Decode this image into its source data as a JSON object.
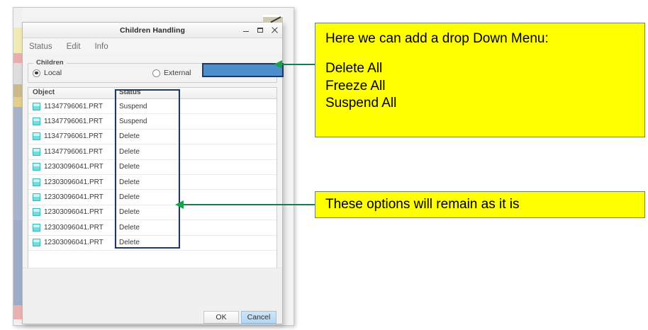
{
  "dialog": {
    "title": "Children Handling",
    "window_controls": [
      {
        "name": "minimize",
        "glyph": "minimize-icon"
      },
      {
        "name": "maximize",
        "glyph": "maximize-icon"
      },
      {
        "name": "close",
        "glyph": "close-icon"
      }
    ],
    "menu": [
      "Status",
      "Edit",
      "Info"
    ],
    "group": {
      "legend": "Children",
      "options": [
        {
          "label": "Local",
          "selected": true
        },
        {
          "label": "External",
          "selected": false
        }
      ]
    },
    "table": {
      "columns": [
        "Object",
        "Status"
      ],
      "rows": [
        {
          "object": "11347796061.PRT",
          "status": "Suspend"
        },
        {
          "object": "11347796061.PRT",
          "status": "Suspend"
        },
        {
          "object": "11347796061.PRT",
          "status": "Delete"
        },
        {
          "object": "11347796061.PRT",
          "status": "Delete"
        },
        {
          "object": "12303096041.PRT",
          "status": "Delete"
        },
        {
          "object": "12303096041.PRT",
          "status": "Delete"
        },
        {
          "object": "12303096041.PRT",
          "status": "Delete"
        },
        {
          "object": "12303096041.PRT",
          "status": "Delete"
        },
        {
          "object": "12303096041.PRT",
          "status": "Delete"
        },
        {
          "object": "12303096041.PRT",
          "status": "Delete"
        }
      ]
    },
    "buttons": {
      "ok": "OK",
      "cancel": "Cancel"
    }
  },
  "annotations": {
    "main": {
      "heading": "Here we can add a drop Down Menu:",
      "items": [
        "Delete All",
        "Freeze All",
        "Suspend All"
      ]
    },
    "note": "These options will remain as it is"
  },
  "colors": {
    "highlight_fill": "#4d8fcc",
    "highlight_border": "#1f3864",
    "callout_fill": "#ffff00",
    "callout_border": "#6e8079",
    "arrow": "#16a34a",
    "part_icon": "#6fdede"
  }
}
